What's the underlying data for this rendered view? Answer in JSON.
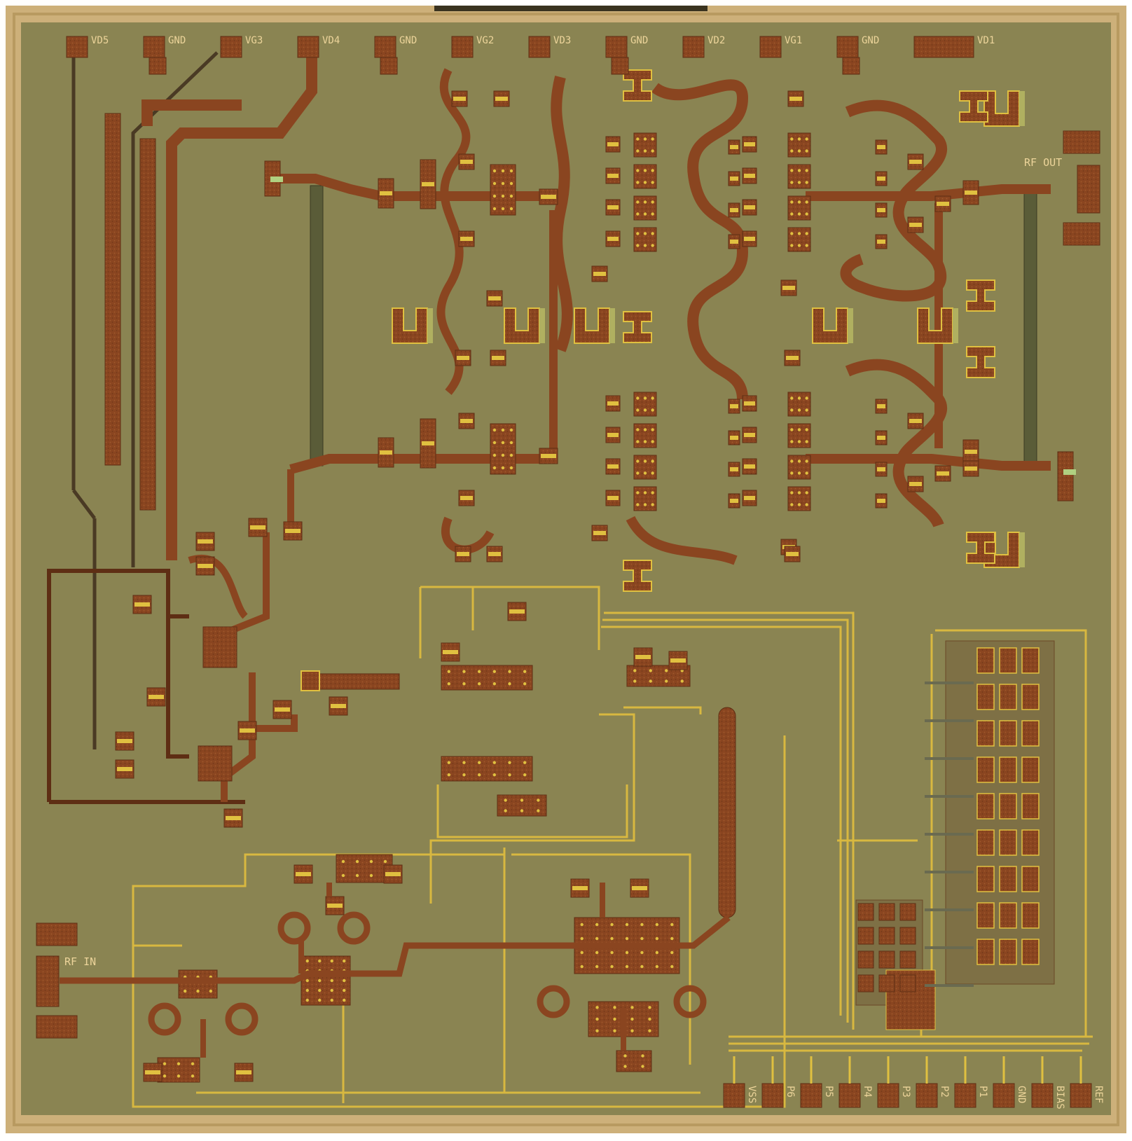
{
  "image": {
    "subject": "MMIC die micrograph",
    "colors": {
      "frame": "#cdb07a",
      "substrate": "#8a8452",
      "metal": "#8a4520",
      "metal_dark": "#5e2e14",
      "gold": "#e0c040",
      "label": "#ecd49a"
    }
  },
  "top_pads": [
    "VD5",
    "GND",
    "VG3",
    "VD4",
    "GND",
    "VG2",
    "VD3",
    "GND",
    "VD2",
    "VG1",
    "GND",
    "VD1"
  ],
  "left_labels": {
    "rf_in": "RF IN"
  },
  "right_labels": {
    "rf_out": "RF OUT"
  },
  "bottom_pads": [
    "VSS",
    "P6",
    "P5",
    "P4",
    "P3",
    "P2",
    "P1",
    "GND",
    "BIAS",
    "REF"
  ]
}
